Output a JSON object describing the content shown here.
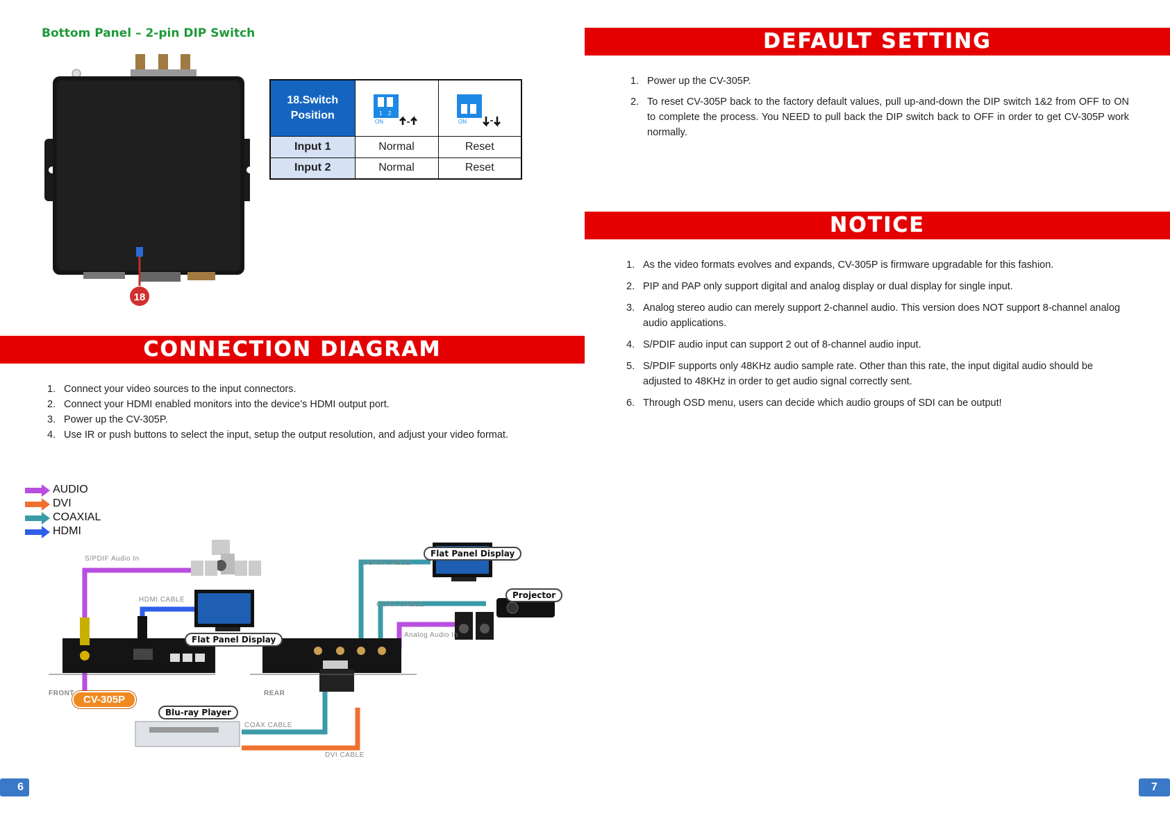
{
  "left_page": {
    "heading": "Bottom Panel – 2-pin DIP Switch",
    "callout_number": "18",
    "switch_table": {
      "header": "18.Switch Position",
      "col1_caption": "↑-↑",
      "col2_caption": "↓-↓",
      "rows": [
        {
          "label": "Input 1",
          "col1": "Normal",
          "col2": "Reset"
        },
        {
          "label": "Input 2",
          "col1": "Normal",
          "col2": "Reset"
        }
      ],
      "dip_numbers": [
        "1",
        "2"
      ],
      "dip_on": "ON"
    },
    "connection_banner": "CONNECTION DIAGRAM",
    "connection_steps": [
      {
        "num": "1.",
        "text": "Connect your video sources to the input connectors."
      },
      {
        "num": "2.",
        "text": "Connect your HDMI enabled monitors into the device’s HDMI output port."
      },
      {
        "num": "3.",
        "text": "Power up the CV-305P."
      },
      {
        "num": "4.",
        "text": "Use IR or push buttons to select the input, setup the output resolution, and adjust your video format."
      }
    ],
    "legend": [
      {
        "label": "AUDIO",
        "color": "#b84fe0"
      },
      {
        "label": "DVI",
        "color": "#f07030"
      },
      {
        "label": "COAXIAL",
        "color": "#3a9aa8"
      },
      {
        "label": "HDMI",
        "color": "#2f5fe8"
      }
    ],
    "diagram": {
      "spdif_label": "S/PDIF Audio In",
      "hdmi_cable": "HDMI CABLE",
      "flat_panel_left": "Flat Panel Display",
      "flat_panel_right": "Flat Panel Display",
      "projector": "Projector",
      "coax_cable_1": "COAX CABLE",
      "coax_cable_2": "COAX CABLE",
      "coax_cable_3": "COAX CABLE",
      "analog_audio": "Analog Audio In",
      "dvi_cable": "DVI CABLE",
      "bluray": "Blu-ray Player",
      "model": "CV-305P",
      "front": "FRONT",
      "rear": "REAR"
    },
    "page_number": "6"
  },
  "right_page": {
    "default_banner": "DEFAULT SETTING",
    "default_steps": [
      {
        "num": "1.",
        "text": "Power up the CV-305P."
      },
      {
        "num": "2.",
        "text": "To reset CV-305P back to the factory default values, pull up-and-down the DIP switch 1&2 from OFF to ON to complete the process. You NEED to pull back the DIP switch back to OFF in order to get CV-305P work normally."
      }
    ],
    "notice_banner": "NOTICE",
    "notice_steps": [
      {
        "num": "1.",
        "text": "As the video formats evolves and expands, CV-305P is firmware upgradable for this fashion."
      },
      {
        "num": "2.",
        "text": "PIP and PAP only support digital and analog display or dual display for single input."
      },
      {
        "num": "3.",
        "text": "Analog stereo audio can merely support 2-channel audio. This version does NOT support 8-channel analog audio applications."
      },
      {
        "num": "4.",
        "text": "S/PDIF audio input can support 2 out of 8-channel audio input."
      },
      {
        "num": "5.",
        "text": "S/PDIF supports only 48KHz audio sample rate. Other than this rate, the input digital audio should be adjusted to 48KHz in order to get audio signal correctly sent."
      },
      {
        "num": "6.",
        "text": "Through OSD menu, users can decide which audio groups of SDI can be output!"
      }
    ],
    "page_number": "7"
  }
}
